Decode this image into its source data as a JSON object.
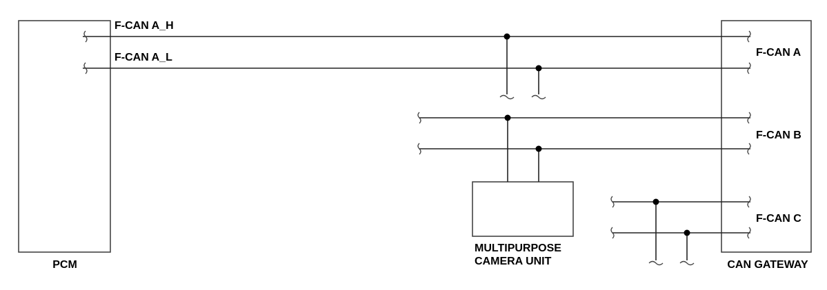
{
  "modules": {
    "pcm": "PCM",
    "camera_line1": "MULTIPURPOSE",
    "camera_line2": "CAMERA UNIT",
    "gateway": "CAN GATEWAY"
  },
  "signals": {
    "fcan_a_h": "F-CAN A_H",
    "fcan_a_l": "F-CAN A_L"
  },
  "buses": {
    "fcan_a": "F-CAN A",
    "fcan_b": "F-CAN B",
    "fcan_c": "F-CAN C"
  }
}
